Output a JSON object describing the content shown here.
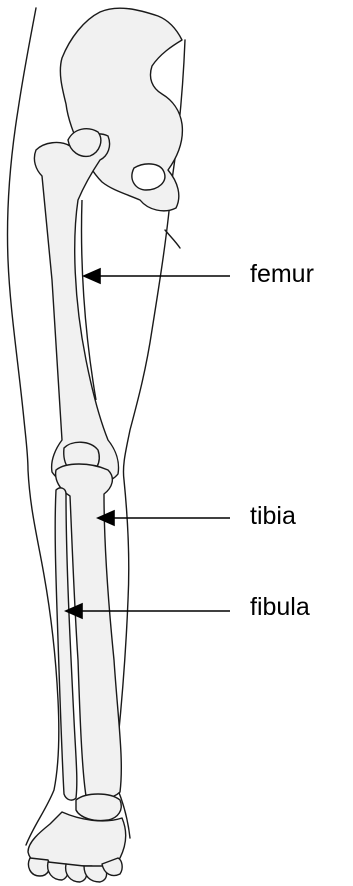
{
  "labels": {
    "femur": "femur",
    "tibia": "tibia",
    "fibula": "fibula"
  },
  "colors": {
    "outline": "#1a1a1a",
    "bone_fill": "#f1f1f1",
    "arrow": "#000000"
  }
}
